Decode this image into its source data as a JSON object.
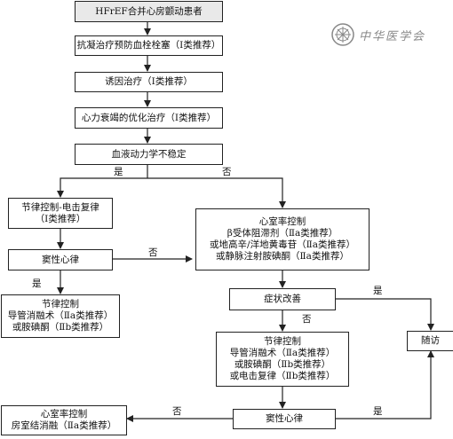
{
  "nodes": {
    "hfref": "HFrEF合并心房颤动患者",
    "anticoag": "抗凝治疗预防血栓栓塞（Ⅰ类推荐）",
    "induce": "诱因治疗（Ⅰ类推荐）",
    "optimize": "心力衰竭的优化治疗（Ⅰ类推荐）",
    "unstable": "血液动力学不稳定",
    "rhythm_cardio": [
      "节律控制-电击复律",
      "（Ⅰ类推荐）"
    ],
    "rate_ctrl": [
      "心室率控制",
      "β受体阻滞剂（Ⅱa类推荐）",
      "或地高辛/洋地黄毒苷（Ⅱa类推荐）",
      "或静脉注射胺碘酮（Ⅱa类推荐）"
    ],
    "sinus1": "窦性心律",
    "rhythm_ablate1": [
      "节律控制",
      "导管消融术（Ⅱa类推荐）",
      "或胺碘酮（Ⅱb类推荐）"
    ],
    "improve": "症状改善",
    "rhythm_ablate2": [
      "节律控制",
      "导管消融术（Ⅱa类推荐）",
      "或胺碘酮（Ⅱb类推荐）",
      "或电击复律（Ⅱb类推荐）"
    ],
    "followup": "随访",
    "sinus2": "窦性心律",
    "av_ablation": [
      "心室率控制",
      "房室结消融（Ⅱa类推荐）"
    ]
  },
  "labels": {
    "yes": "是",
    "no": "否"
  },
  "logo": {
    "text": "中华医学会"
  }
}
